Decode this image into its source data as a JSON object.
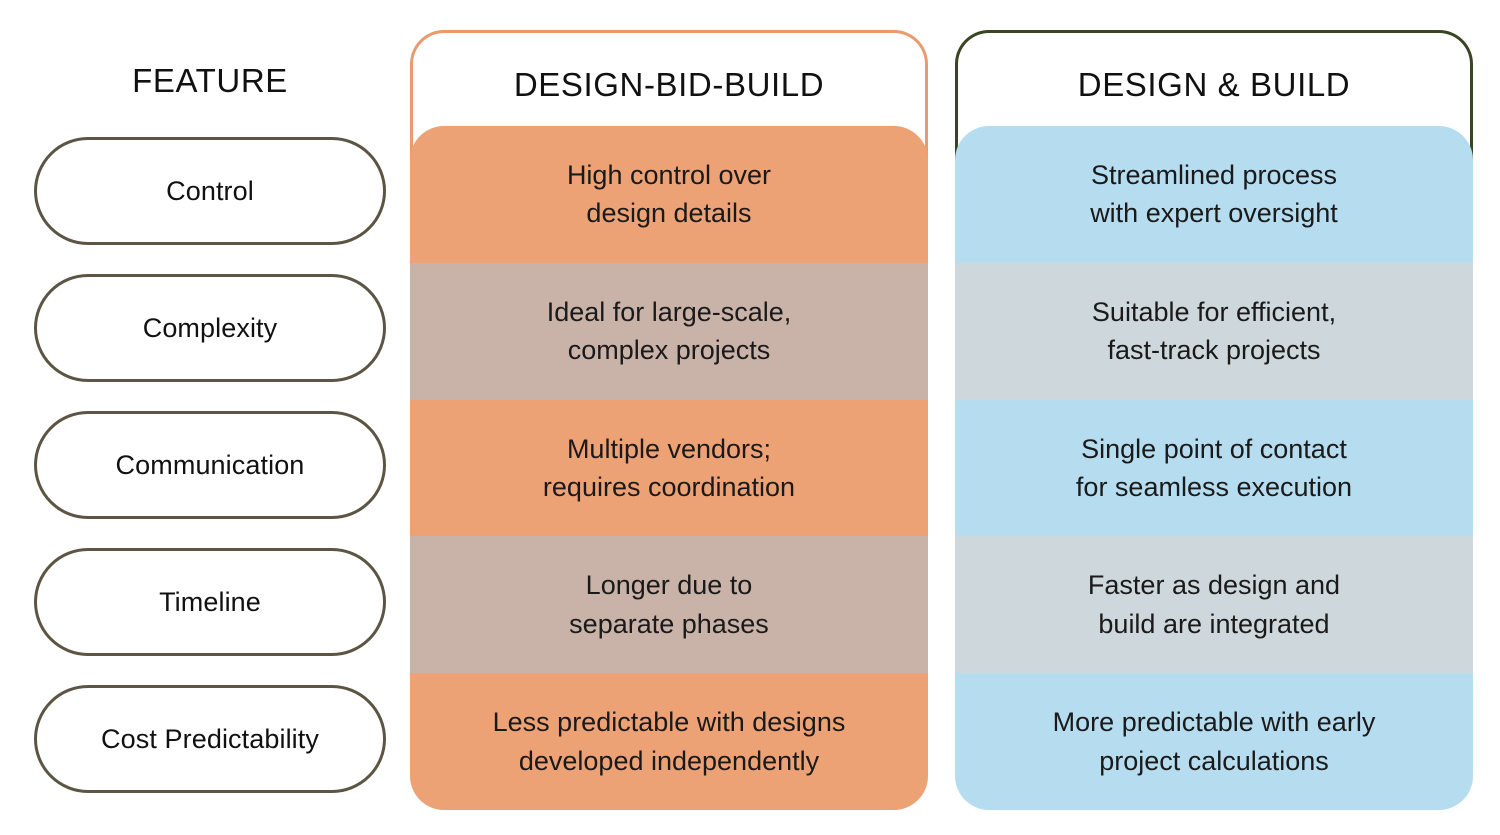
{
  "columns": {
    "feature_header": "FEATURE",
    "dbb_header": "DESIGN-BID-BUILD",
    "db_header": "DESIGN & BUILD"
  },
  "features": [
    {
      "label": "Control"
    },
    {
      "label": "Complexity"
    },
    {
      "label": "Communication"
    },
    {
      "label": "Timeline"
    },
    {
      "label": "Cost Predictability"
    }
  ],
  "design_bid_build": [
    "High control over\ndesign details",
    "Ideal for large-scale,\ncomplex projects",
    "Multiple vendors;\nrequires coordination",
    "Longer due to\nseparate phases",
    "Less predictable with designs\ndeveloped independently"
  ],
  "design_and_build": [
    "Streamlined process\nwith expert oversight",
    "Suitable for efficient,\nfast-track projects",
    "Single point of contact\nfor seamless execution",
    "Faster as design and\nbuild are integrated",
    "More predictable with early\nproject calculations"
  ],
  "colors": {
    "dbb_accent": "#EB9A6E",
    "dbb_row_odd": "#EDA276",
    "dbb_row_even": "#C9B2A8",
    "db_accent": "#3A4521",
    "db_row_odd": "#B6DCF0",
    "db_row_even": "#CED7DB",
    "pill_border": "#5C5544",
    "text": "#111111",
    "background": "#FFFFFF"
  },
  "chart_data": {
    "type": "table",
    "title": "Design-Bid-Build vs Design & Build",
    "columns": [
      "FEATURE",
      "DESIGN-BID-BUILD",
      "DESIGN & BUILD"
    ],
    "rows": [
      [
        "Control",
        "High control over design details",
        "Streamlined process with expert oversight"
      ],
      [
        "Complexity",
        "Ideal for large-scale, complex projects",
        "Suitable for efficient, fast-track projects"
      ],
      [
        "Communication",
        "Multiple vendors; requires coordination",
        "Single point of contact for seamless execution"
      ],
      [
        "Timeline",
        "Longer due to separate phases",
        "Faster as design and build are integrated"
      ],
      [
        "Cost Predictability",
        "Less predictable with designs developed independently",
        "More predictable with early project calculations"
      ]
    ]
  }
}
